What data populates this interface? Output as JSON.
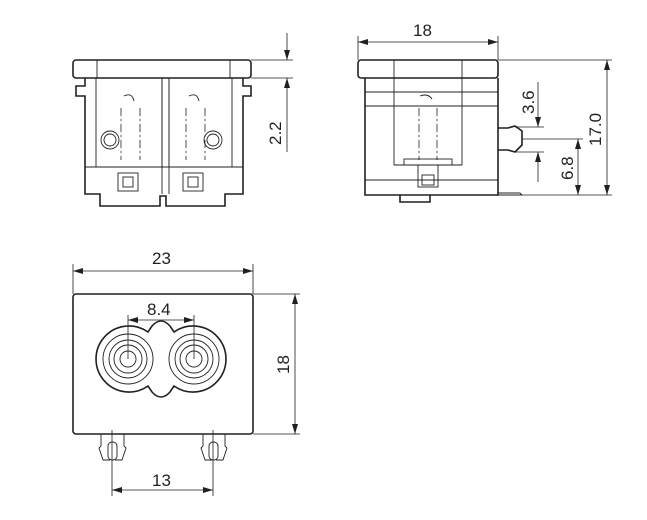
{
  "drawing": {
    "front_view": {
      "dim_flange": "2.2"
    },
    "side_view": {
      "dim_width": "18",
      "dim_pin_width": "3.6",
      "dim_pin_height": "6.8",
      "dim_total_height": "17.0"
    },
    "top_view": {
      "dim_width": "23",
      "dim_contact_spacing": "8.4",
      "dim_height": "18",
      "dim_pin_spacing": "13"
    },
    "line_color": "#231f20"
  }
}
